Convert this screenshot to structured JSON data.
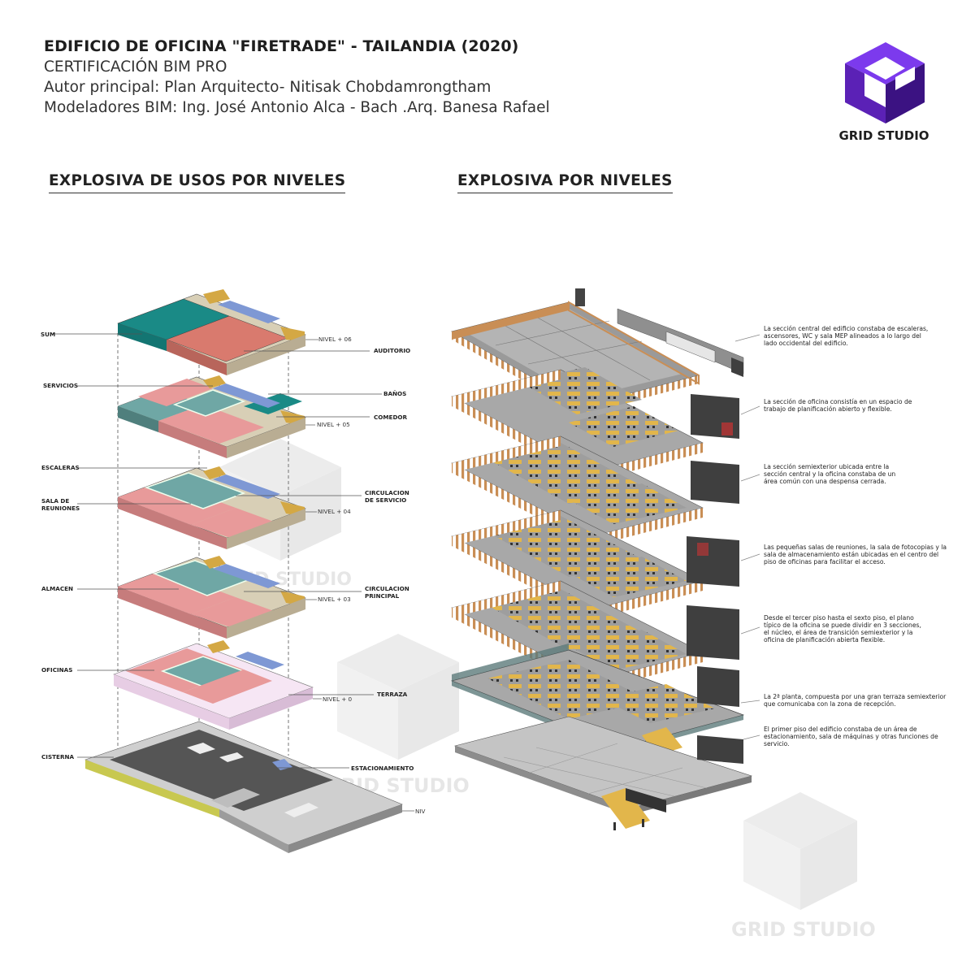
{
  "header": {
    "title": "EDIFICIO DE OFICINA \"FIRETRADE\" - TAILANDIA (2020)",
    "certification": "CERTIFICACIÓN BIM PRO",
    "author": "Autor principal: Plan Arquitecto- Nitisak Chobdamrongtham",
    "modelers": "Modeladores BIM: Ing. José Antonio Alca - Bach .Arq. Banesa Rafael"
  },
  "brand": {
    "name": "GRID STUDIO",
    "watermark": "GRID STUDIO",
    "colors": {
      "primary": "#5b21b6",
      "secondary": "#7c3aed",
      "dark": "#3b1282"
    }
  },
  "left_diagram": {
    "title": "EXPLOSIVA DE USOS POR NIVELES",
    "left_labels": [
      "SUM",
      "SERVICIOS",
      "ESCALERAS",
      "SALA DE",
      "REUNIONES",
      "ALMACEN",
      "OFICINAS",
      "CISTERNA"
    ],
    "right_labels": [
      "AUDITORIO",
      "BAÑOS",
      "COMEDOR",
      "CIRCULACION",
      "DE SERVICIO",
      "CIRCULACION",
      "PRINCIPAL",
      "TERRAZA",
      "ESTACIONAMIENTO"
    ],
    "levels": [
      "NIVEL + 06",
      "NIVEL + 05",
      "NIVEL + 04",
      "NIVEL + 03",
      "NIVEL + 0",
      "NIV"
    ],
    "colors": {
      "sum": "#1a8a86",
      "auditorio": "#d97a6e",
      "offices": "#e89a9a",
      "meeting": "#6fa7a5",
      "circulation": "#d8cfb6",
      "stairs": "#d4a844",
      "services": "#7e98d4",
      "terrace": "#f6e6f4",
      "parking": "#c9c9c9",
      "cistern": "#c8c850"
    }
  },
  "right_diagram": {
    "title": "EXPLOSIVA POR NIVELES",
    "notes": [
      [
        "La sección central del edificio constaba de escaleras,",
        "ascensores, WC y sala MEP alineados a lo largo del",
        "lado occidental del edificio."
      ],
      [
        "La sección de oficina consistía en un espacio de",
        "trabajo de planificación abierto y flexible."
      ],
      [
        "La sección semiexterior ubicada entre la",
        "sección central y la oficina constaba de un",
        "área común con una despensa cerrada."
      ],
      [
        "Las pequeñas salas de reuniones, la sala de fotocopias y la",
        "sala de almacenamiento están ubicadas en el centro del",
        "piso de oficinas para facilitar el acceso."
      ],
      [
        "Desde el tercer piso hasta el sexto piso, el plano",
        "típico de la oficina se puede dividir en 3 secciones,",
        "el núcleo, el área de transición semiexterior y la",
        "oficina de planificación abierta flexible."
      ],
      [
        "La 2ª planta, compuesta por una gran terraza semiexterior",
        "que comunicaba con la zona de recepción."
      ],
      [
        "El primer piso del edificio constaba de un área de",
        "estacionamiento, sala de máquinas y otras funciones de",
        "servicio."
      ]
    ],
    "colors": {
      "wood": "#c98e55",
      "furniture": "#e2b64b",
      "slab": "#9a9a9a",
      "core": "#3f3f3f"
    }
  }
}
